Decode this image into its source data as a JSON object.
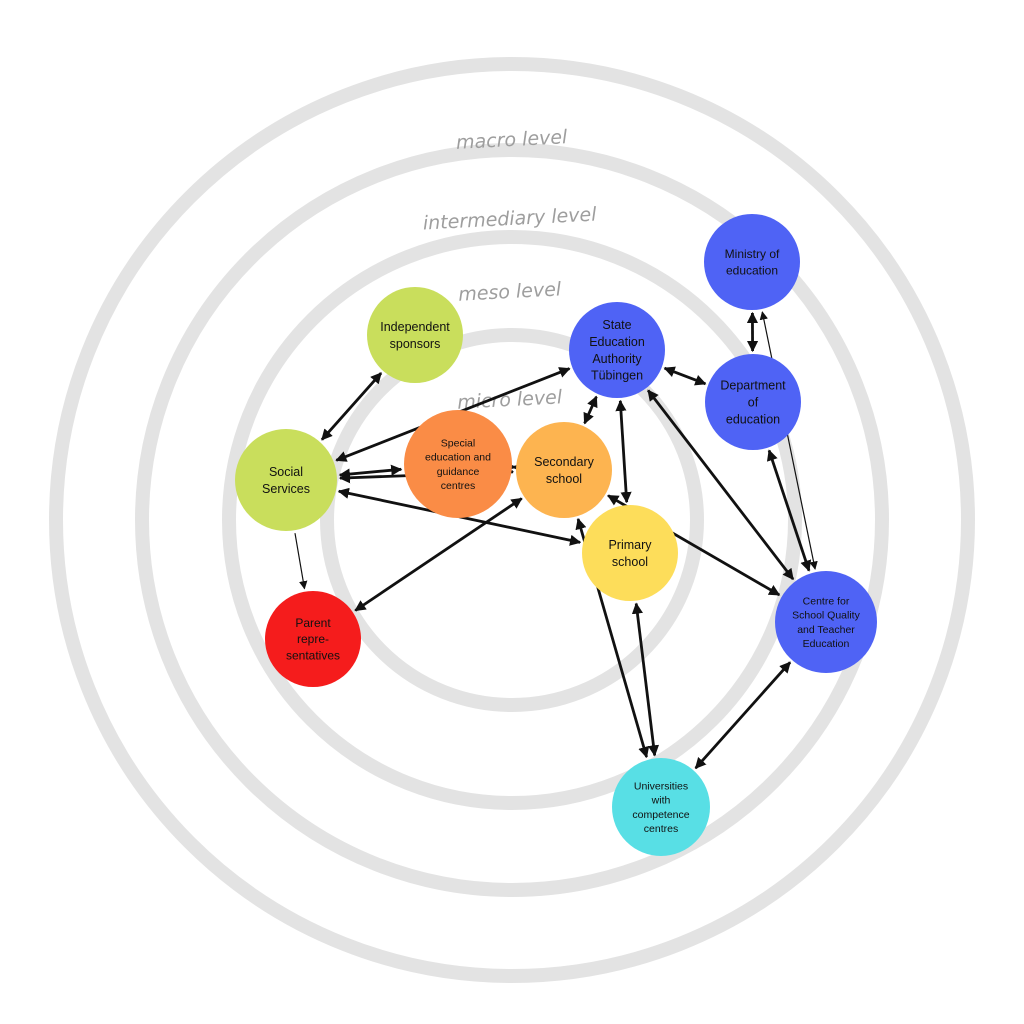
{
  "levels": [
    {
      "id": "macro",
      "label": "macro level"
    },
    {
      "id": "intermediary",
      "label": "intermediary level"
    },
    {
      "id": "meso",
      "label": "meso level"
    },
    {
      "id": "micro",
      "label": "micro level"
    }
  ],
  "nodes": [
    {
      "id": "ministry",
      "lines": [
        "Ministry of",
        "education"
      ],
      "color": "#4f63f5"
    },
    {
      "id": "department",
      "lines": [
        "Department",
        "of",
        "education"
      ],
      "color": "#4f63f5"
    },
    {
      "id": "state",
      "lines": [
        "State",
        "Education",
        "Authority",
        "Tübingen"
      ],
      "color": "#4f63f5"
    },
    {
      "id": "centre",
      "lines": [
        "Centre for",
        "School Quality",
        "and Teacher",
        "Education"
      ],
      "color": "#4f63f5"
    },
    {
      "id": "sponsors",
      "lines": [
        "Independent",
        "sponsors"
      ],
      "color": "#c9de5c"
    },
    {
      "id": "social",
      "lines": [
        "Social",
        "Services"
      ],
      "color": "#c9de5c"
    },
    {
      "id": "special",
      "lines": [
        "Special",
        "education and",
        "guidance",
        "centres"
      ],
      "color": "#fa8c46"
    },
    {
      "id": "secondary",
      "lines": [
        "Secondary",
        "school"
      ],
      "color": "#fdb450"
    },
    {
      "id": "primary",
      "lines": [
        "Primary",
        "school"
      ],
      "color": "#fddd5a"
    },
    {
      "id": "parent",
      "lines": [
        "Parent",
        "repre-",
        "sentatives"
      ],
      "color": "#f51c1c"
    },
    {
      "id": "universities",
      "lines": [
        "Universities",
        "with",
        "competence",
        "centres"
      ],
      "color": "#58dfe5"
    }
  ],
  "edges": [
    {
      "from": "ministry",
      "to": "department",
      "kind": "both"
    },
    {
      "from": "ministry",
      "to": "centre",
      "kind": "both-thin"
    },
    {
      "from": "state",
      "to": "department",
      "kind": "both"
    },
    {
      "from": "state",
      "to": "centre",
      "kind": "both"
    },
    {
      "from": "department",
      "to": "centre",
      "kind": "both"
    },
    {
      "from": "state",
      "to": "social",
      "kind": "both"
    },
    {
      "from": "state",
      "to": "secondary",
      "kind": "both"
    },
    {
      "from": "state",
      "to": "primary",
      "kind": "both"
    },
    {
      "from": "sponsors",
      "to": "social",
      "kind": "both"
    },
    {
      "from": "special",
      "to": "secondary",
      "kind": "both"
    },
    {
      "from": "social",
      "to": "special",
      "kind": "both"
    },
    {
      "from": "social",
      "to": "secondary",
      "kind": "both"
    },
    {
      "from": "social",
      "to": "primary",
      "kind": "both"
    },
    {
      "from": "social",
      "to": "parent",
      "kind": "one-thin"
    },
    {
      "from": "secondary",
      "to": "parent",
      "kind": "both"
    },
    {
      "from": "secondary",
      "to": "centre",
      "kind": "both"
    },
    {
      "from": "secondary",
      "to": "universities",
      "kind": "both"
    },
    {
      "from": "primary",
      "to": "universities",
      "kind": "both"
    },
    {
      "from": "centre",
      "to": "universities",
      "kind": "both"
    }
  ]
}
